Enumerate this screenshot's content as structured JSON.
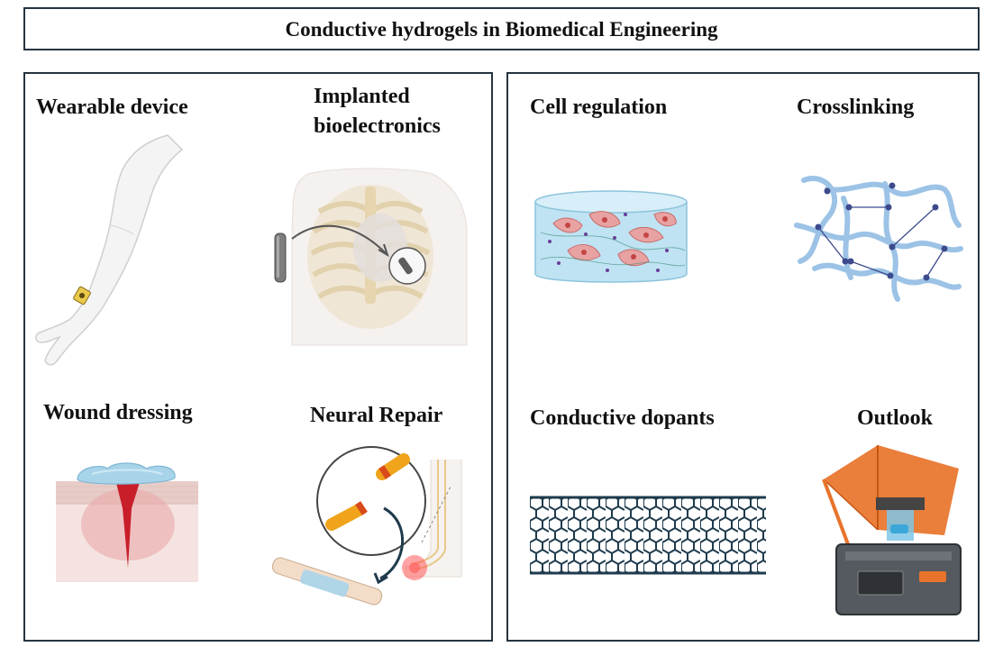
{
  "title": "Conductive hydrogels in Biomedical Engineering",
  "left_panel": {
    "wearable_device": "Wearable device",
    "implanted_line1": "Implanted",
    "implanted_line2": "bioelectronics",
    "wound_dressing": "Wound dressing",
    "neural_repair": "Neural Repair"
  },
  "right_panel": {
    "cell_regulation": "Cell regulation",
    "crosslinking": "Crosslinking",
    "conductive_dopants": "Conductive dopants",
    "outlook": "Outlook"
  },
  "colors": {
    "frame": "#26343f",
    "hydrogel_blue": "#a8d4ea",
    "polymer_chain": "#9cc3e6",
    "crosslink_node": "#3d4a8c",
    "nanotube": "#1f3b4d",
    "printer_orange": "#e8732a",
    "wound_red": "#c81e2a"
  },
  "icons": [
    "arm-icon",
    "torso-ribcage-icon",
    "implant-device-icon",
    "skin-wound-icon",
    "nerve-conduit-icon",
    "hydrogel-cells-icon",
    "polymer-network-icon",
    "carbon-nanotube-icon",
    "3d-printer-icon"
  ]
}
